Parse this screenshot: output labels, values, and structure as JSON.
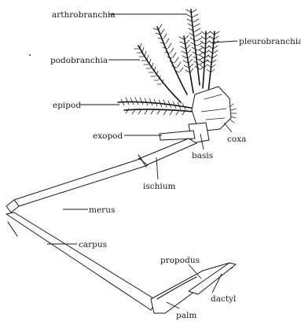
{
  "labels": {
    "arthrobranchia": "arthrobranchia",
    "pleurobranchia": "pleurobranchia",
    "podobranchia": "podobranchia",
    "epipod": "epipod",
    "exopod": "exopod",
    "coxa": "coxa",
    "basis": "basis",
    "ischium": "ischium",
    "merus": "merus",
    "carpus": "carpus",
    "propodus": "propodus",
    "dactyl": "dactyl",
    "palm": "palm"
  }
}
